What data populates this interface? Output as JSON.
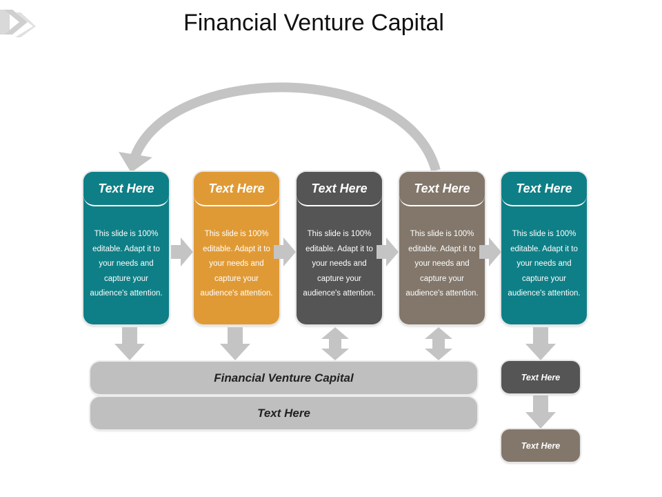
{
  "title": "Financial Venture Capital",
  "colors": {
    "teal": "#0e7f86",
    "orange": "#e09a35",
    "dark_gray": "#555555",
    "taupe": "#82776a",
    "light_gray": "#bfbfbf",
    "arrow_gray": "#c4c4c4"
  },
  "cards": [
    {
      "heading": "Text Here",
      "body_lines": [
        "This slide is 100%",
        "editable. Adapt it to",
        "your needs and",
        "capture your",
        "audience's attention."
      ],
      "color": "#0e7f86"
    },
    {
      "heading": "Text Here",
      "body_lines": [
        "This slide is 100%",
        "editable. Adapt it to",
        "your needs and",
        "capture your",
        "audience's attention."
      ],
      "color": "#e09a35"
    },
    {
      "heading": "Text Here",
      "body_lines": [
        "This slide is 100%",
        "editable. Adapt it to",
        "your needs and",
        "capture your",
        "audience's attention."
      ],
      "color": "#555555"
    },
    {
      "heading": "Text Here",
      "body_lines": [
        "This slide is 100%",
        "editable. Adapt it to",
        "your needs and",
        "capture your",
        "audience's attention."
      ],
      "color": "#82776a"
    },
    {
      "heading": "Text Here",
      "body_lines": [
        "This slide is 100%",
        "editable. Adapt it to",
        "your needs and",
        "capture your",
        "audience's attention."
      ],
      "color": "#0e7f86"
    }
  ],
  "bars": {
    "top": "Financial Venture Capital",
    "bottom": "Text Here"
  },
  "side_boxes": [
    {
      "label": "Text Here",
      "color": "#555555"
    },
    {
      "label": "Text Here",
      "color": "#82776a"
    }
  ],
  "icons": {
    "logo": "chevron-logo-icon",
    "loop": "curved-return-arrow-icon",
    "right": "arrow-right-icon",
    "down": "arrow-down-icon",
    "both": "double-headed-arrow-icon"
  }
}
